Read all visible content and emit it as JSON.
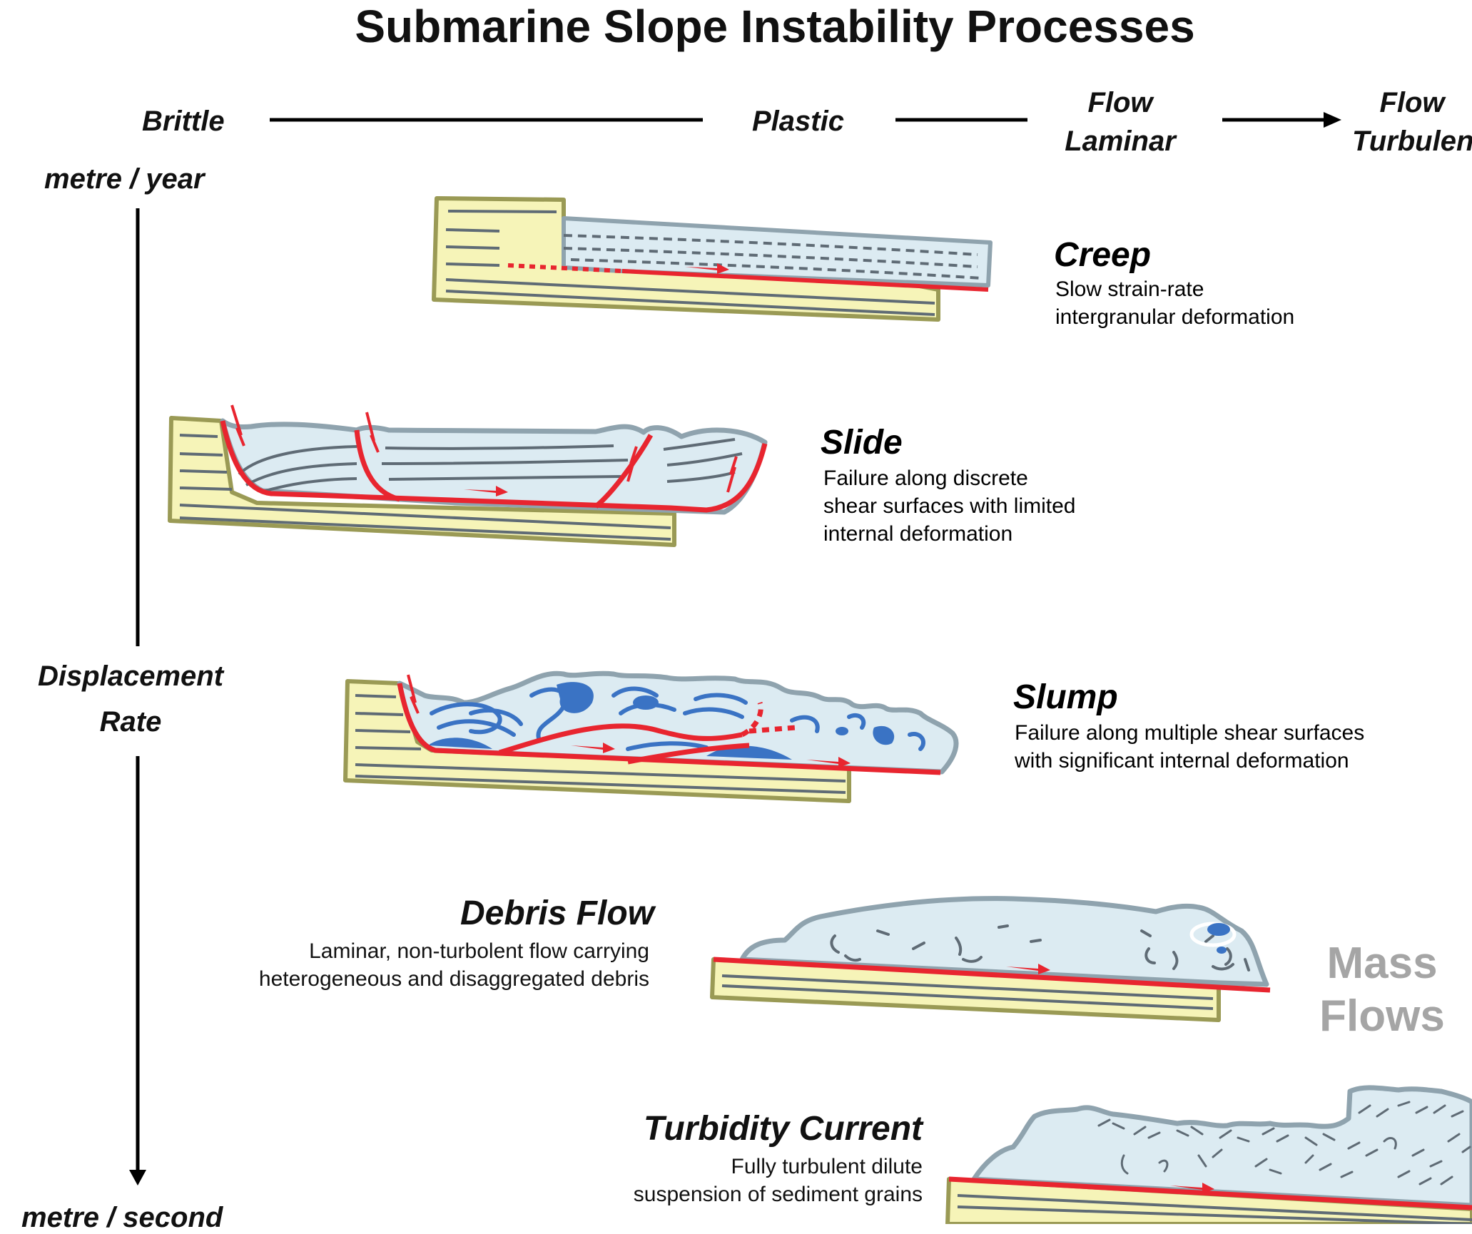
{
  "title": "Submarine Slope Instability Processes",
  "deformation_axis": {
    "brittle": "Brittle",
    "plastic": "Plastic",
    "flow_laminar_1": "Flow",
    "flow_laminar_2": "Laminar",
    "flow_turbulent_1": "Flow",
    "flow_turbulent_2": "Turbulen"
  },
  "rate_axis": {
    "top": "metre / year",
    "label_1": "Displacement",
    "label_2": "Rate",
    "bottom": "metre / second"
  },
  "processes": {
    "creep": {
      "name": "Creep",
      "desc": [
        "Slow strain-rate",
        "intergranular deformation"
      ]
    },
    "slide": {
      "name": "Slide",
      "desc": [
        "Failure along discrete",
        "shear surfaces with limited",
        "internal deformation"
      ]
    },
    "slump": {
      "name": "Slump",
      "desc": [
        "Failure along multiple shear surfaces",
        "with significant internal deformation"
      ]
    },
    "debris_flow": {
      "name": "Debris Flow",
      "desc": [
        "Laminar, non-turbolent flow carrying",
        "heterogeneous and disaggregated debris"
      ]
    },
    "turbidity_current": {
      "name": "Turbidity Current",
      "desc": [
        "Fully turbulent dilute",
        "suspension of sediment grains"
      ]
    }
  },
  "mass_flows": [
    "Mass",
    "Flows"
  ],
  "colors": {
    "substrate_fill": "#f6f4b8",
    "substrate_edge": "#9a9a55",
    "strata": "#5f6b75",
    "sediment_fill": "#dcebf2",
    "sediment_edge": "#8fa3ae",
    "shear_surface": "#e8252f",
    "clast": "#3a73c4",
    "mass_flows_text": "#a5a5a5"
  }
}
